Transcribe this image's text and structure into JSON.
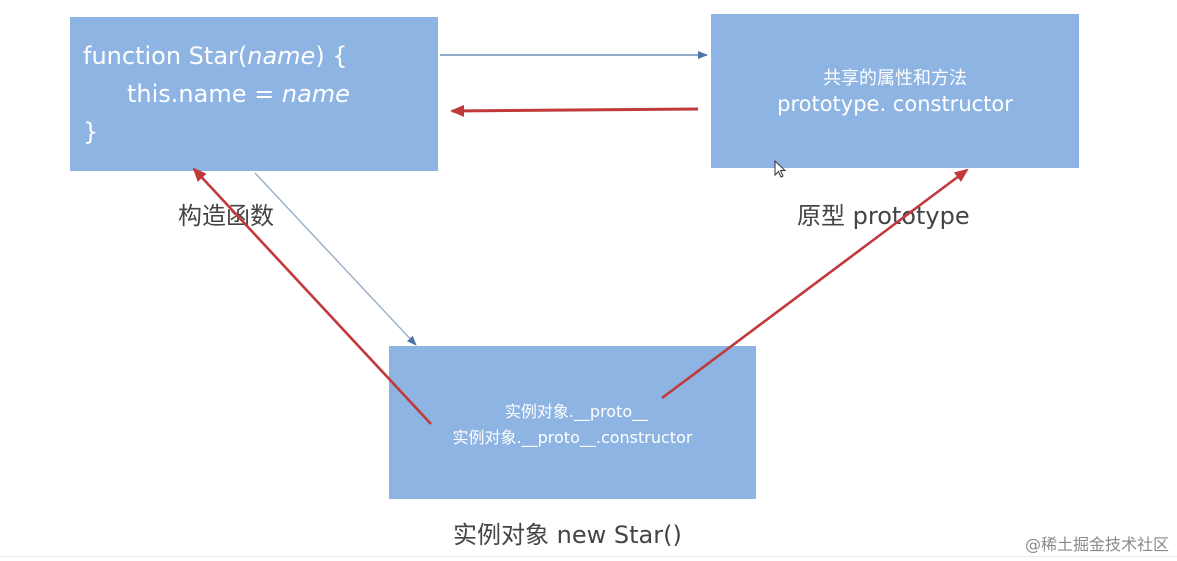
{
  "constructor_box": {
    "line1_prefix": "function Star(",
    "line1_param": "name",
    "line1_suffix": ") {",
    "line2_prefix": "this.name = ",
    "line2_param": "name",
    "line3": "}"
  },
  "constructor_caption": "构造函数",
  "prototype_box": {
    "line1": "共享的属性和方法",
    "line2": "prototype. constructor"
  },
  "prototype_caption": "原型 prototype",
  "instance_box": {
    "line1": "实例对象.__proto__",
    "line2": "实例对象.__proto__.constructor"
  },
  "instance_caption": "实例对象 new Star()",
  "watermark": "@稀土掘金技术社区",
  "colors": {
    "box_fill": "#8db4e2",
    "thin_arrow": "#6f8fb6",
    "bold_arrow": "#c0393b"
  }
}
